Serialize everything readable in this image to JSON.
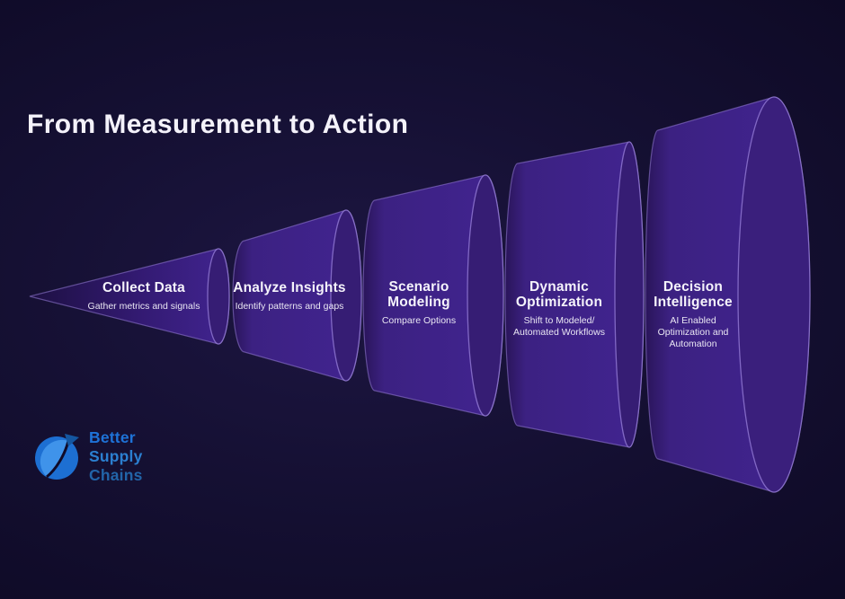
{
  "page": {
    "title": "From Measurement to Action"
  },
  "stages": [
    {
      "id": "collect-data",
      "title_lines": [
        "Collect Data"
      ],
      "desc_lines": [
        "Gather metrics and signals"
      ]
    },
    {
      "id": "analyze-insights",
      "title_lines": [
        "Analyze Insights"
      ],
      "desc_lines": [
        "Identify patterns and gaps"
      ]
    },
    {
      "id": "scenario-modeling",
      "title_lines": [
        "Scenario",
        "Modeling"
      ],
      "desc_lines": [
        "Compare Options"
      ]
    },
    {
      "id": "dynamic-optimization",
      "title_lines": [
        "Dynamic",
        "Optimization"
      ],
      "desc_lines": [
        "Shift to Modeled/",
        "Automated Workflows"
      ]
    },
    {
      "id": "decision-intelligence",
      "title_lines": [
        "Decision",
        "Intelligence"
      ],
      "desc_lines": [
        "AI Enabled",
        "Optimization and",
        "Automation"
      ]
    }
  ],
  "logo": {
    "words": [
      "Better",
      "Supply",
      "Chains"
    ]
  },
  "colors": {
    "background": "#110c2c",
    "funnel_body": "#3d2184",
    "funnel_cap": "#361d74",
    "funnel_left_edge": "#2a155a",
    "funnel_rim_stroke": "#9c83dd",
    "title_text": "#f4f2fa",
    "stage_text": "#f5f3fb",
    "logo_word_colors": [
      "#1e73d8",
      "#2b7fd0",
      "#2264a8"
    ],
    "logo_sphere": "#1d6fd2"
  }
}
